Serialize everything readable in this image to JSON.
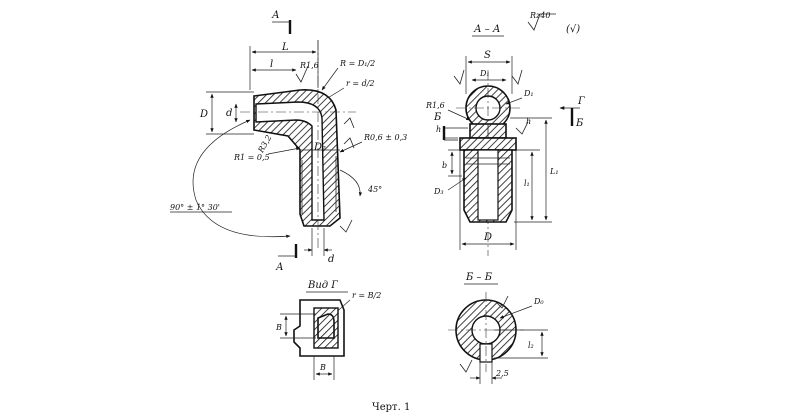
{
  "title": "Черт. 1",
  "main_view": {
    "section_mark_top": "А",
    "section_mark_bottom": "А",
    "dim_L": "L",
    "dim_l": "l",
    "dim_D": "D",
    "dim_d_left": "d",
    "dim_d_bottom": "d",
    "dim_D2": "D₂",
    "dim_R_outer": "R = D₁/2",
    "dim_r_inner": "r = d/2",
    "rough_r16": "R1,6",
    "fillet_r1": "R1 = 0,5",
    "fillet_r06": "R0,6 ± 0,3",
    "roughness_r63": "R3,2",
    "angle_45": "45°",
    "angle_90": "90° ± 1° 30'"
  },
  "section_AA": {
    "label": "А – А",
    "roughness_corner": "Rz40",
    "roughness_check": "(√)",
    "dim_S": "S",
    "dim_D1": "D₁",
    "dim_D1_right": "D₁",
    "rough_r16": "R1,6",
    "dim_h": "h",
    "dim_b": "b",
    "dim_h_right": "h",
    "dim_L1": "L₁",
    "dim_l1": "l₁",
    "dim_D3": "D₃",
    "dim_D": "D",
    "mark_B_left": "Б",
    "mark_G": "Г",
    "mark_B_right": "Б"
  },
  "view_G": {
    "label": "Вид Г",
    "dim_r": "r = B/2",
    "dim_B_side": "B",
    "dim_B_bottom": "B"
  },
  "section_BB": {
    "label": "Б – Б",
    "dim_D0": "D₀",
    "dim_l2": "l₂",
    "dim_25": "2,5"
  }
}
